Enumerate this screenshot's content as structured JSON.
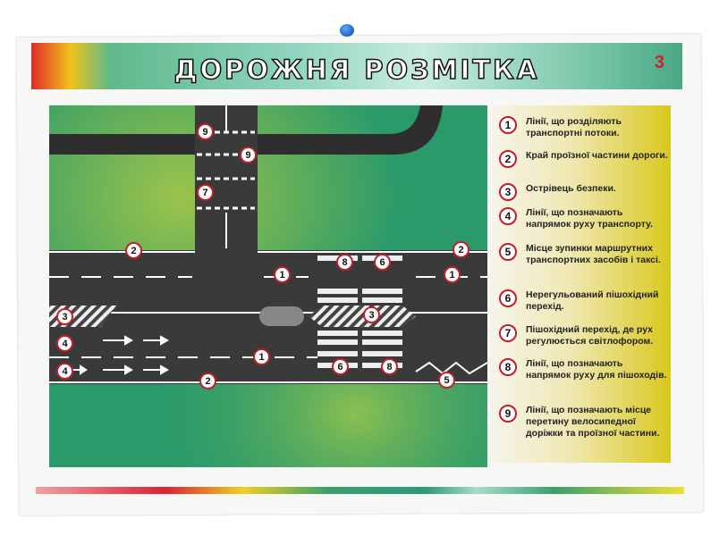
{
  "poster": {
    "title": "ДОРОЖНЯ РОЗМІТКА",
    "page_number": "3"
  },
  "legend": [
    {
      "num": "1",
      "text": "Лінії, що розділяють транспортні потоки."
    },
    {
      "num": "2",
      "text": "Край проїзної частини дороги."
    },
    {
      "num": "3",
      "text": "Острівець безпеки."
    },
    {
      "num": "4",
      "text": "Лінії, що позначають напрямок руху транспорту."
    },
    {
      "num": "5",
      "text": "Місце зупинки маршрутних транспортних засобів і таксі."
    },
    {
      "num": "6",
      "text": "Нерегульований пішохідний перехід."
    },
    {
      "num": "7",
      "text": "Пішохідний перехід, де рух регулюється світлофором."
    },
    {
      "num": "8",
      "text": "Лінії, що позначають напрямок руху для пішоходів."
    },
    {
      "num": "9",
      "text": "Лінії, що позначають місце перетину велосипедної доріжки та проїзної частини."
    }
  ],
  "markers": [
    "9",
    "9",
    "7",
    "2",
    "2",
    "1",
    "1",
    "8",
    "6",
    "3",
    "3",
    "4",
    "4",
    "1",
    "2",
    "6",
    "8",
    "5"
  ],
  "colors": {
    "badge_ring": "#c0202a",
    "road": "#333333",
    "grass": "#2a9a6a",
    "title_red": "#d01d2a"
  }
}
